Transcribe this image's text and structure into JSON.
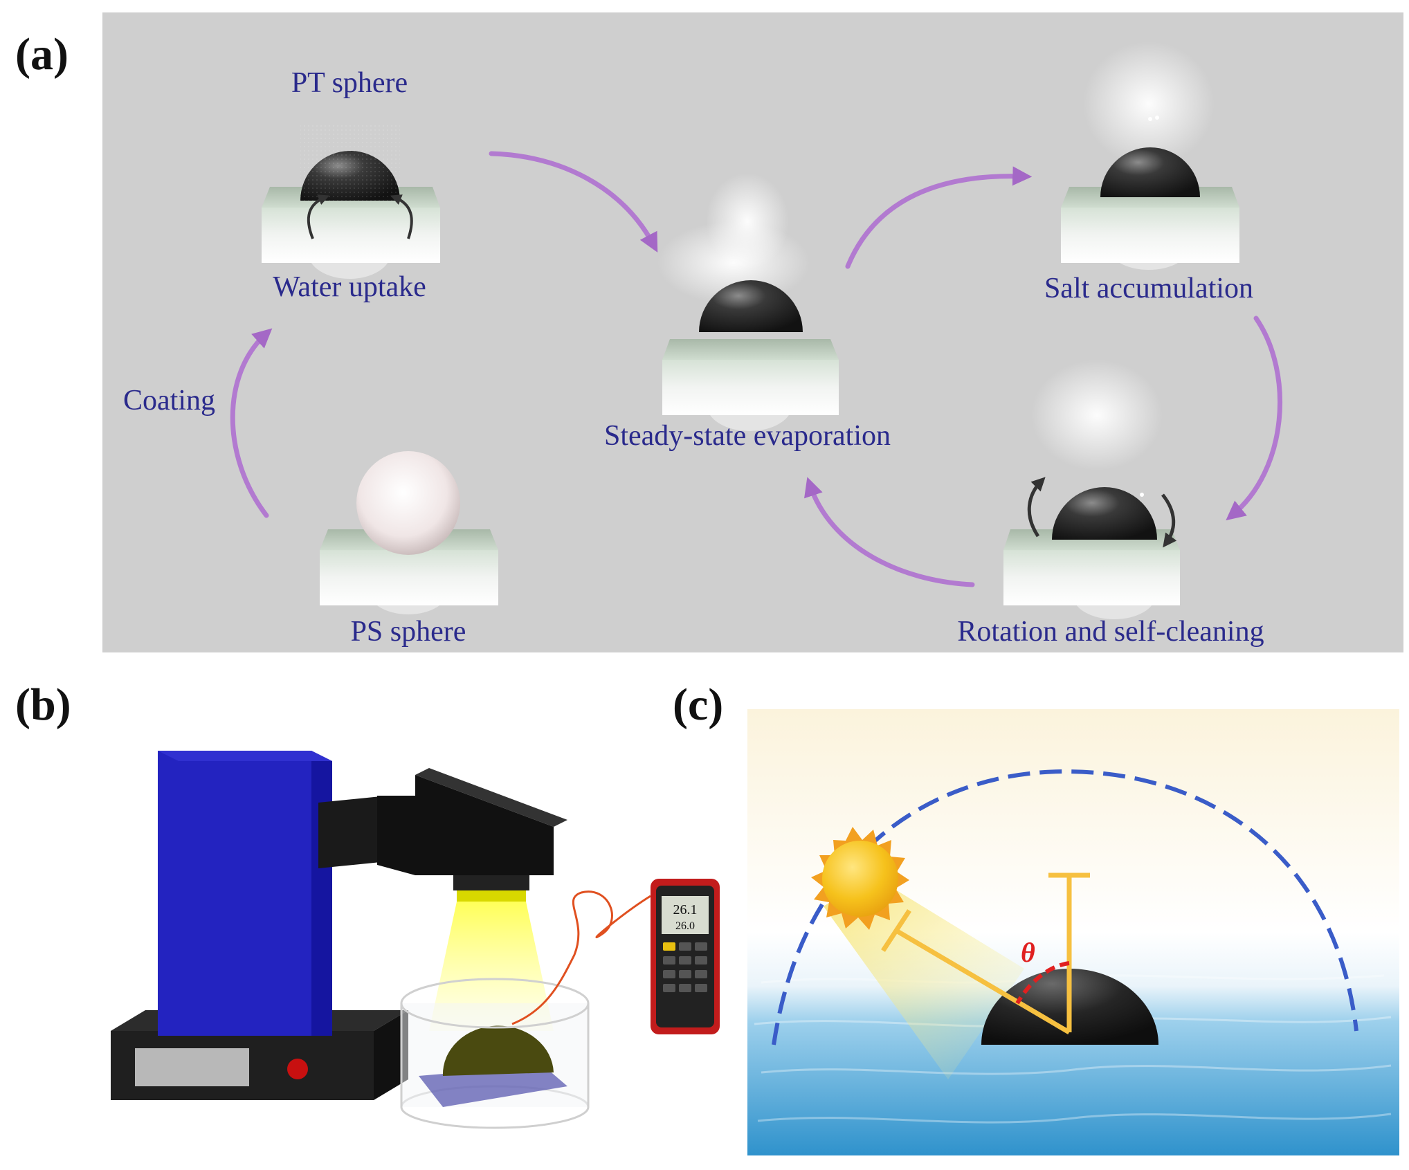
{
  "panel_a": {
    "letter": "(a)",
    "labels": {
      "pt_sphere": "PT sphere",
      "water_uptake": "Water uptake",
      "steady_state": "Steady-state evaporation",
      "salt_accumulation": "Salt accumulation",
      "rotation": "Rotation and self-cleaning",
      "coating": "Coating",
      "ps_sphere": "PS sphere"
    }
  },
  "panel_b": {
    "letter": "(b)",
    "meter_reading_top": "26.1",
    "meter_reading_bottom": "26.0"
  },
  "panel_c": {
    "letter": "(c)",
    "angle_symbol": "θ"
  },
  "colors": {
    "label_text": "#2a2a8c",
    "arrow": "#b070c8",
    "panel_a_bg": "#cfcfcf",
    "lamp_body": "#2323c0",
    "sun": "#f4c020",
    "dashed_arc": "#3a5cc8",
    "angle_mark": "#e02020",
    "water": "#3aa0d8"
  }
}
